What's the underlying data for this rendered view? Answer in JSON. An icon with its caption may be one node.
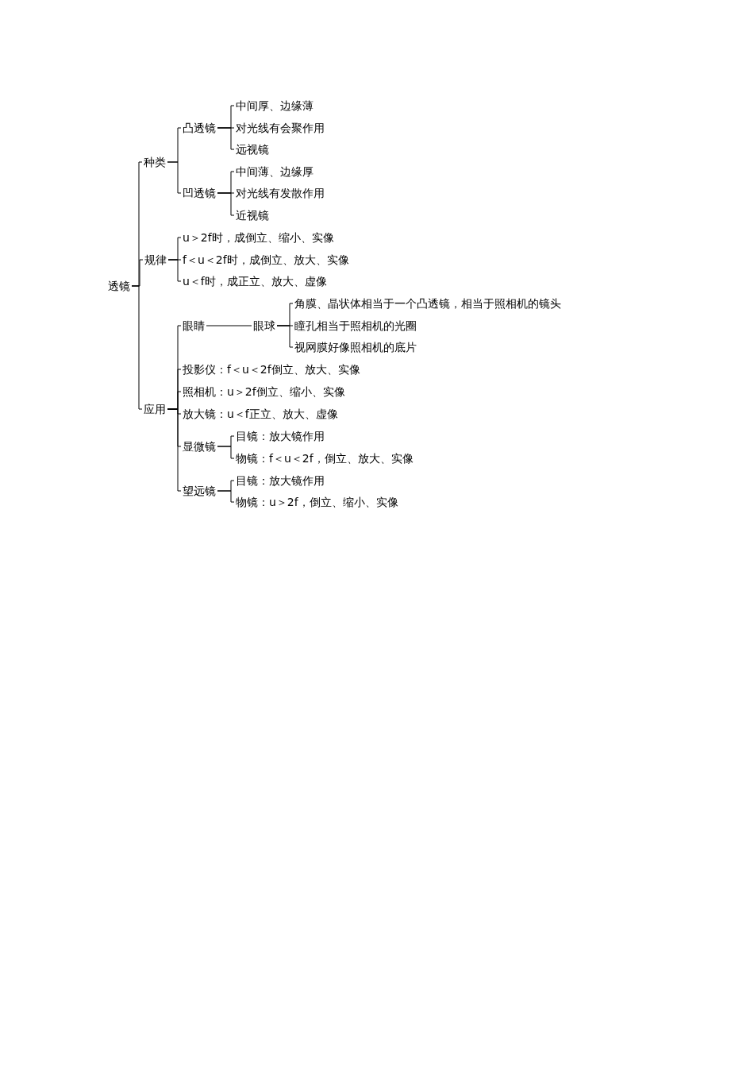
{
  "diagram": {
    "nodes": [
      {
        "text": [
          "透镜"
        ]
      },
      {
        "text": [
          "种类"
        ]
      },
      {
        "text": [
          "凸透镜"
        ]
      },
      {
        "text": [
          "中间厚、边缘薄"
        ]
      },
      {
        "text": [
          "对光线有会聚作用"
        ]
      },
      {
        "text": [
          "远视镜"
        ]
      },
      {
        "text": [
          "凹透镜"
        ]
      },
      {
        "text": [
          "中间薄、边缘厚"
        ]
      },
      {
        "text": [
          "对光线有发散作用"
        ]
      },
      {
        "text": [
          "近视镜"
        ]
      },
      {
        "text": [
          "规律"
        ]
      },
      {
        "text": [
          "u＞2f时，成倒立、缩小、实像"
        ]
      },
      {
        "text": [
          "f＜u＜2f时，成倒立、放大、实像"
        ]
      },
      {
        "text": [
          "u＜f时，成正立、放大、虚像"
        ]
      },
      {
        "text": [
          "应用"
        ]
      },
      {
        "text": [
          "眼睛"
        ]
      },
      {
        "text": [
          "眼球"
        ]
      },
      {
        "text": [
          "角膜、晶状体相当于一个凸透镜，相当于照相机的镜头"
        ]
      },
      {
        "text": [
          "瞳孔相当于照相机的光圈"
        ]
      },
      {
        "text": [
          "视网膜好像照相机的底片"
        ]
      },
      {
        "text": [
          "投影仪：f＜u＜2f倒立、放大、实像"
        ]
      },
      {
        "text": [
          "照相机：u＞2f倒立、缩小、实像"
        ]
      },
      {
        "text": [
          "放大镜：u＜f正立、放大、虚像"
        ]
      },
      {
        "text": [
          "显微镜"
        ]
      },
      {
        "text": [
          "目镜：放大镜作用"
        ]
      },
      {
        "text": [
          "物镜：f＜u＜2f，倒立、放大、实像"
        ]
      },
      {
        "text": [
          "望远镜"
        ]
      },
      {
        "text": [
          "目镜：放大镜作用"
        ]
      },
      {
        "text": [
          "物镜：u＞2f，倒立、缩小、实像"
        ]
      }
    ],
    "edges": [
      {
        "from": 0,
        "to": 1,
        "arrow": "none"
      },
      {
        "from": 0,
        "to": 10,
        "arrow": "none"
      },
      {
        "from": 0,
        "to": 14,
        "arrow": "none"
      },
      {
        "from": 1,
        "to": 2,
        "arrow": "none"
      },
      {
        "from": 1,
        "to": 6,
        "arrow": "none"
      },
      {
        "from": 2,
        "to": 3,
        "arrow": "none"
      },
      {
        "from": 2,
        "to": 4,
        "arrow": "none"
      },
      {
        "from": 2,
        "to": 5,
        "arrow": "none"
      },
      {
        "from": 6,
        "to": 7,
        "arrow": "none"
      },
      {
        "from": 6,
        "to": 8,
        "arrow": "none"
      },
      {
        "from": 6,
        "to": 9,
        "arrow": "none"
      },
      {
        "from": 10,
        "to": 11,
        "arrow": "none"
      },
      {
        "from": 10,
        "to": 12,
        "arrow": "none"
      },
      {
        "from": 10,
        "to": 13,
        "arrow": "none"
      },
      {
        "from": 14,
        "to": 15,
        "arrow": "none"
      },
      {
        "from": 14,
        "to": 20,
        "arrow": "none"
      },
      {
        "from": 14,
        "to": 21,
        "arrow": "none"
      },
      {
        "from": 14,
        "to": 22,
        "arrow": "none"
      },
      {
        "from": 14,
        "to": 23,
        "arrow": "none"
      },
      {
        "from": 14,
        "to": 26,
        "arrow": "none"
      },
      {
        "from": 15,
        "to": 16,
        "arrow": "none"
      },
      {
        "from": 16,
        "to": 17,
        "arrow": "none"
      },
      {
        "from": 16,
        "to": 18,
        "arrow": "none"
      },
      {
        "from": 16,
        "to": 19,
        "arrow": "none"
      },
      {
        "from": 23,
        "to": 24,
        "arrow": "none"
      },
      {
        "from": 23,
        "to": 25,
        "arrow": "none"
      },
      {
        "from": 26,
        "to": 27,
        "arrow": "none"
      },
      {
        "from": 26,
        "to": 28,
        "arrow": "none"
      }
    ]
  }
}
